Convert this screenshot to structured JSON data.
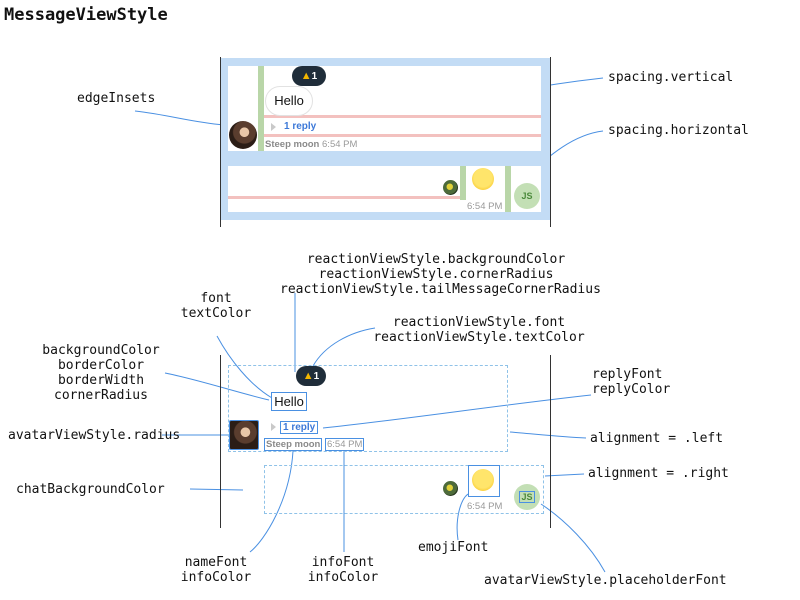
{
  "title": "MessageViewStyle",
  "message": {
    "text": "Hello",
    "reaction_count": "1",
    "reply": "1 reply",
    "name": "Steep moon",
    "time": "6:54 PM",
    "placeholder_initials": "JS"
  },
  "labels": {
    "edge_insets": "edgeInsets",
    "spacing_vertical": "spacing.vertical",
    "spacing_horizontal": "spacing.horizontal",
    "reaction_bg_1": "reactionViewStyle.backgroundColor",
    "reaction_bg_2": "reactionViewStyle.cornerRadius",
    "reaction_bg_3": "reactionViewStyle.tailMessageCornerRadius",
    "font_1": "font",
    "font_2": "textColor",
    "reaction_font_1": "reactionViewStyle.font",
    "reaction_font_2": "reactionViewStyle.textColor",
    "bubble_1": "backgroundColor",
    "bubble_2": "borderColor",
    "bubble_3": "borderWidth",
    "bubble_4": "cornerRadius",
    "reply_1": "replyFont",
    "reply_2": "replyColor",
    "avatar_radius": "avatarViewStyle.radius",
    "align_left": "alignment = .left",
    "align_right": "alignment = .right",
    "chat_bg": "chatBackgroundColor",
    "name_1": "nameFont",
    "name_2": "infoColor",
    "info_1": "infoFont",
    "info_2": "infoColor",
    "emoji_font": "emojiFont",
    "placeholder_font": "avatarViewStyle.placeholderFont"
  },
  "colors": {
    "inset_blue": "#c3dcf5",
    "spacing_green": "#b9d6a8",
    "spacing_pink": "#f3c1bf",
    "leader_line": "#4a90e2",
    "reaction_bg": "#1f2d3a",
    "reply_blue": "#3d79d8"
  }
}
